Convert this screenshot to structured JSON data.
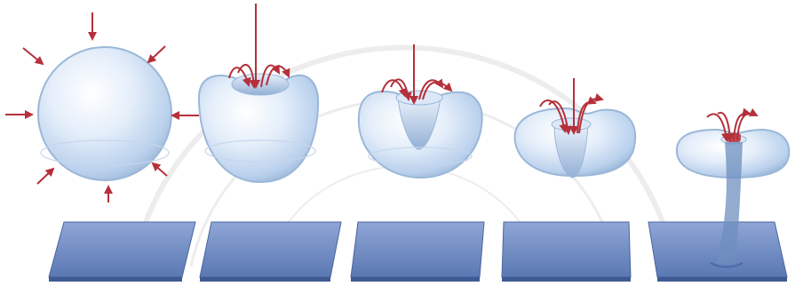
{
  "figure": {
    "stages": [
      {
        "id": "stage-1",
        "form": "sphere"
      },
      {
        "id": "stage-2",
        "form": "top-dimple"
      },
      {
        "id": "stage-3",
        "form": "deep-cavity"
      },
      {
        "id": "stage-4",
        "form": "torus-with-core"
      },
      {
        "id": "stage-5",
        "form": "torus-with-jet"
      }
    ],
    "colors": {
      "drop": "#c9dcf2",
      "drop_edge": "#9bb7d8",
      "plate": "#6f8cc4",
      "arrow": "#b5303a",
      "background": "#ffffff"
    },
    "watermark": {
      "present": true,
      "kind": "university seal"
    }
  }
}
